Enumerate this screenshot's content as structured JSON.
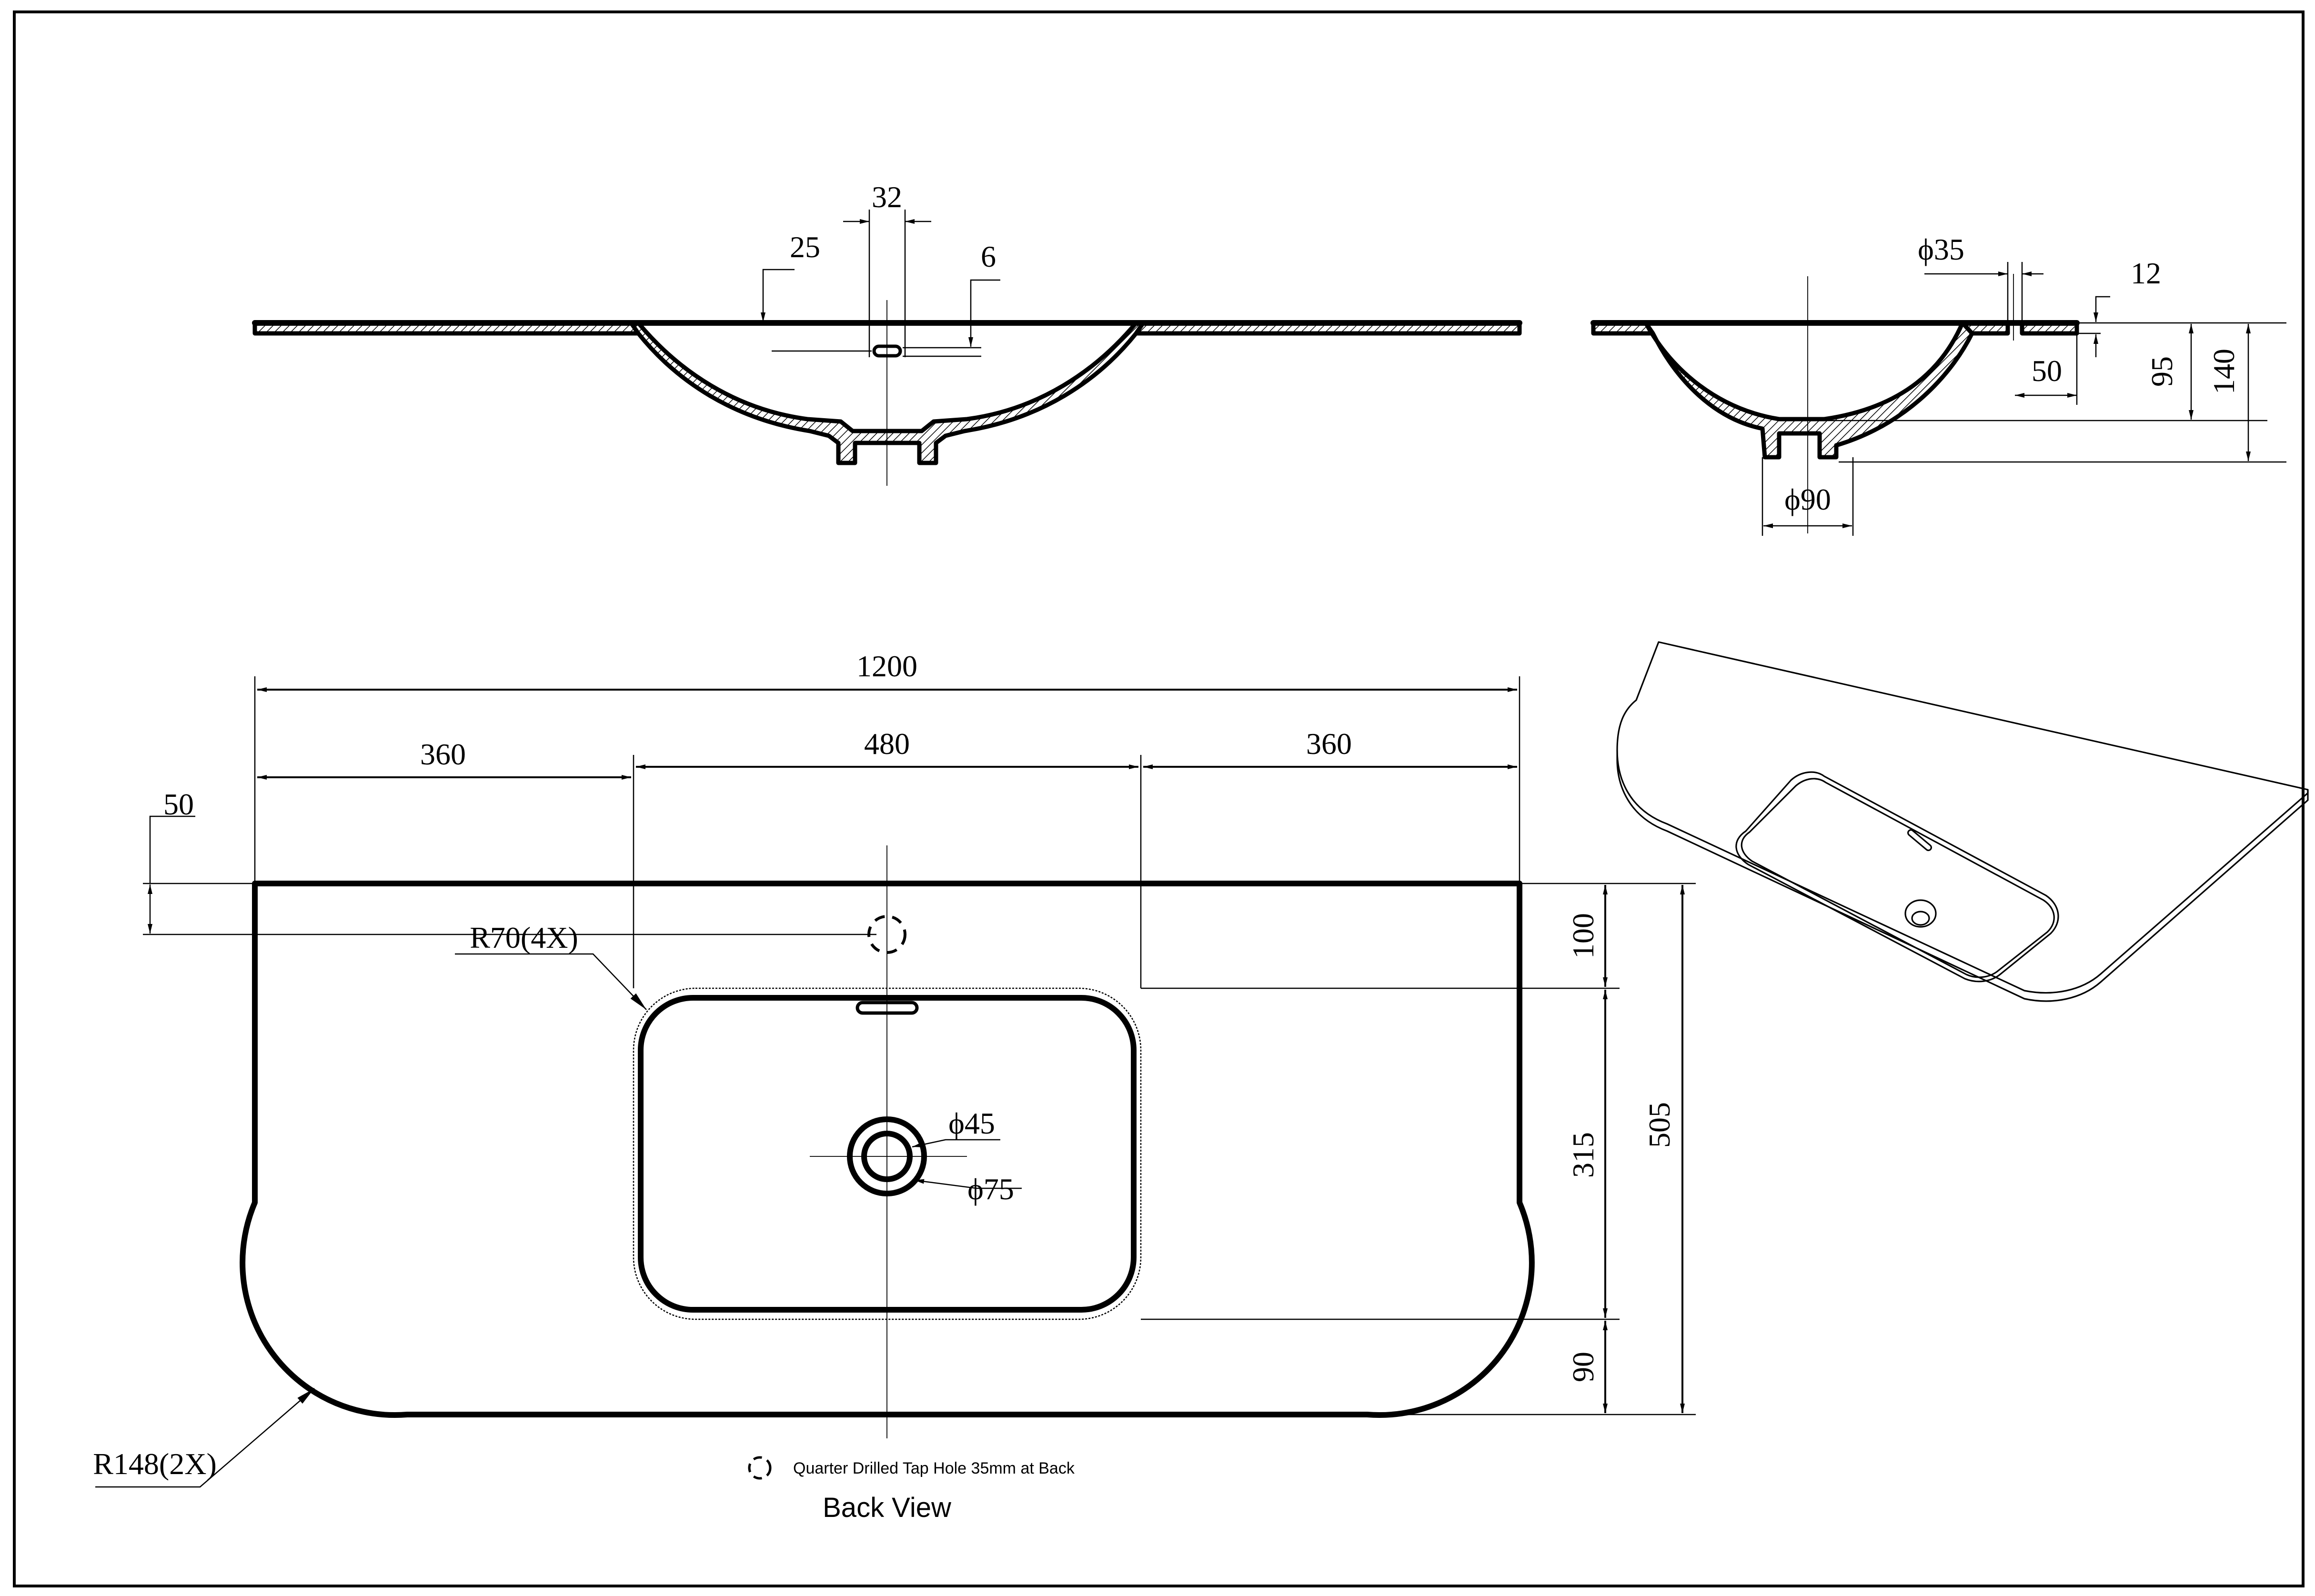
{
  "drawing": {
    "colors": {
      "line": "#000000",
      "background": "#ffffff"
    },
    "front_section": {
      "dims": {
        "top_width": "32",
        "overflow_offset": "25",
        "overflow_height": "6"
      }
    },
    "side_section": {
      "dims": {
        "tap_hole_dia": "ϕ35",
        "deck_thickness": "12",
        "tap_hole_offset": "50",
        "bowl_depth": "95",
        "total_depth": "140",
        "waste_dia": "ϕ90"
      }
    },
    "back_view": {
      "title": "Back View",
      "dims": {
        "overall_width": "1200",
        "left_margin": "360",
        "bowl_width": "480",
        "right_margin": "360",
        "tap_hole_inset": "50",
        "back_to_bowl": "100",
        "bowl_length": "315",
        "bowl_to_front": "90",
        "overall_depth": "505",
        "bowl_corner_radius": "R70(4X)",
        "front_corner_radius": "R148(2X)",
        "waste_inner_dia": "ϕ45",
        "waste_outer_dia": "ϕ75"
      },
      "legend": {
        "icon": "dashed-circle-icon",
        "text": "Quarter Drilled Tap Hole 35mm at Back"
      }
    },
    "isometric_view": {
      "label": ""
    }
  }
}
